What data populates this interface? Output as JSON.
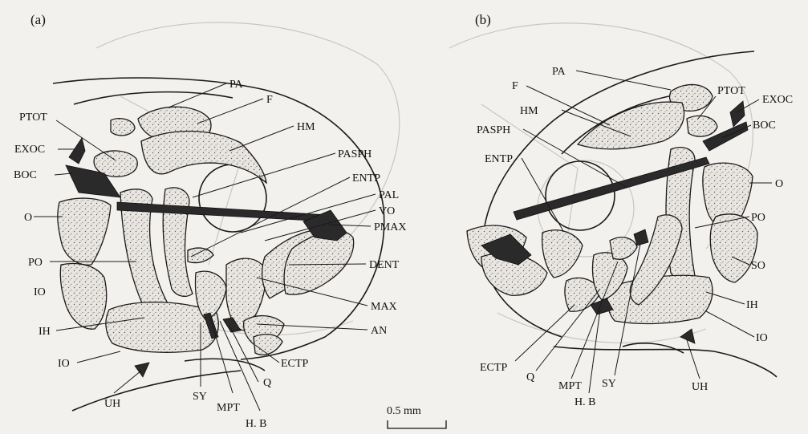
{
  "panels": [
    {
      "id": "a",
      "title": "(a)",
      "labels": [
        "PA",
        "F",
        "PTOT",
        "HM",
        "EXOC",
        "PASPH",
        "BOC",
        "ENTP",
        "PAL",
        "VO",
        "O",
        "PMAX",
        "DENT",
        "PO",
        "IO",
        "MAX",
        "IH",
        "AN",
        "IO",
        "ECTP",
        "UH",
        "SY",
        "MPT",
        "Q",
        "H. B"
      ]
    },
    {
      "id": "b",
      "title": "(b)",
      "labels": [
        "PA",
        "F",
        "PTOT",
        "EXOC",
        "HM",
        "BOC",
        "PASPH",
        "ENTP",
        "O",
        "PO",
        "SO",
        "IH",
        "IO",
        "ECTP",
        "Q",
        "MPT",
        "SY",
        "H. B",
        "UH"
      ]
    }
  ],
  "scale_bar": {
    "label": "0.5 mm"
  }
}
